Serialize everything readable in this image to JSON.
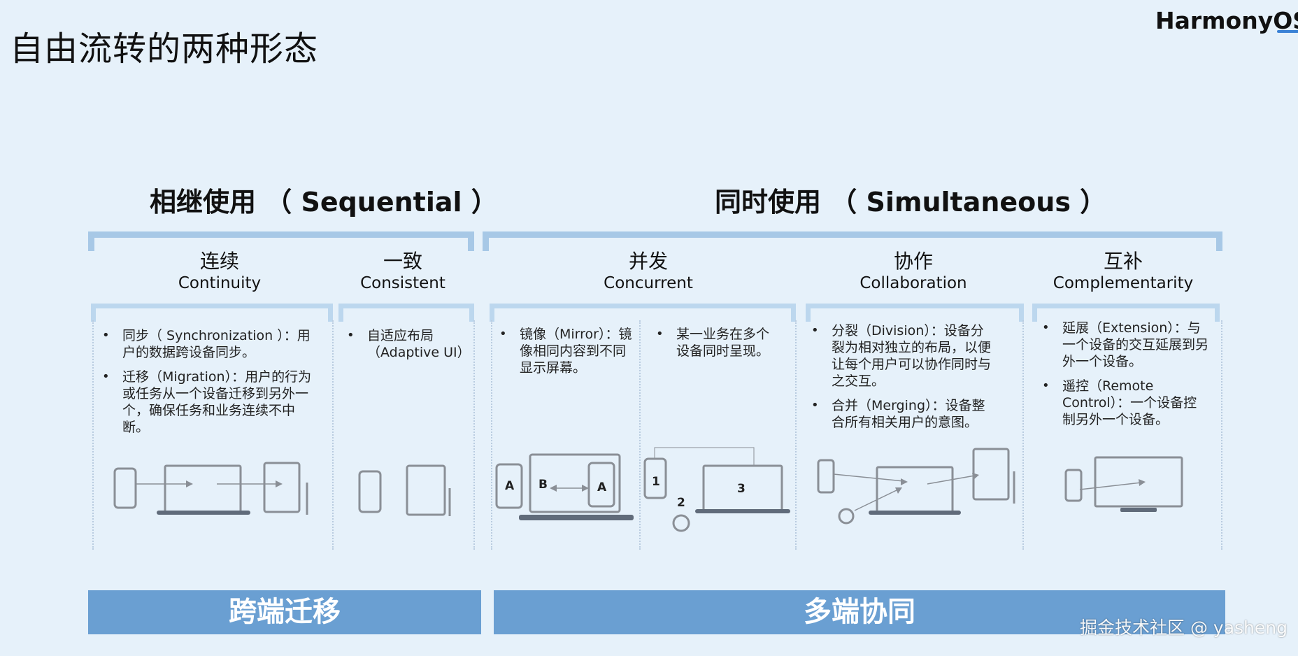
{
  "page_title": "自由流转的两种形态",
  "brand": {
    "name_main": "Harmony",
    "name_os": "OS"
  },
  "groups": [
    {
      "title": "相继使用 （ Sequential ）"
    },
    {
      "title": "同时使用 （ Simultaneous ）"
    }
  ],
  "categories": [
    {
      "zh": "连续",
      "en": "Continuity",
      "bullets": [
        "同步（ Synchronization ）：用户的数据跨设备同步。",
        "迁移（Migration）：用户的行为或任务从一个设备迁移到另外一个，确保任务和业务连续不中断。"
      ]
    },
    {
      "zh": "一致",
      "en": "Consistent",
      "bullets": [
        "自适应布局（Adaptive UI）"
      ]
    },
    {
      "zh": "并发",
      "en": "Concurrent",
      "bullets_left": [
        "镜像（Mirror）：镜像相同内容到不同显示屏幕。"
      ],
      "bullets_right": [
        "某一业务在多个设备同时呈现。"
      ],
      "device_labels": [
        "A",
        "B",
        "A",
        "1",
        "2",
        "3"
      ]
    },
    {
      "zh": "协作",
      "en": "Collaboration",
      "bullets": [
        "分裂（Division）：设备分裂为相对独立的布局，以便让每个用户可以协作同时与之交互。",
        "合并（Merging）：设备整合所有相关用户的意图。"
      ]
    },
    {
      "zh": "互补",
      "en": "Complementarity",
      "bullets": [
        "延展（Extension）：与一个设备的交互延展到另外一个设备。",
        "遥控（Remote Control）：一个设备控制另外一个设备。"
      ]
    }
  ],
  "footer": {
    "left": "跨端迁移",
    "right": "多端协同"
  },
  "watermark": "掘金技术社区 @ yasheng",
  "colors": {
    "background": "#e6f1fa",
    "bracket": "#a7c8e6",
    "band": "#6a9fd2"
  }
}
